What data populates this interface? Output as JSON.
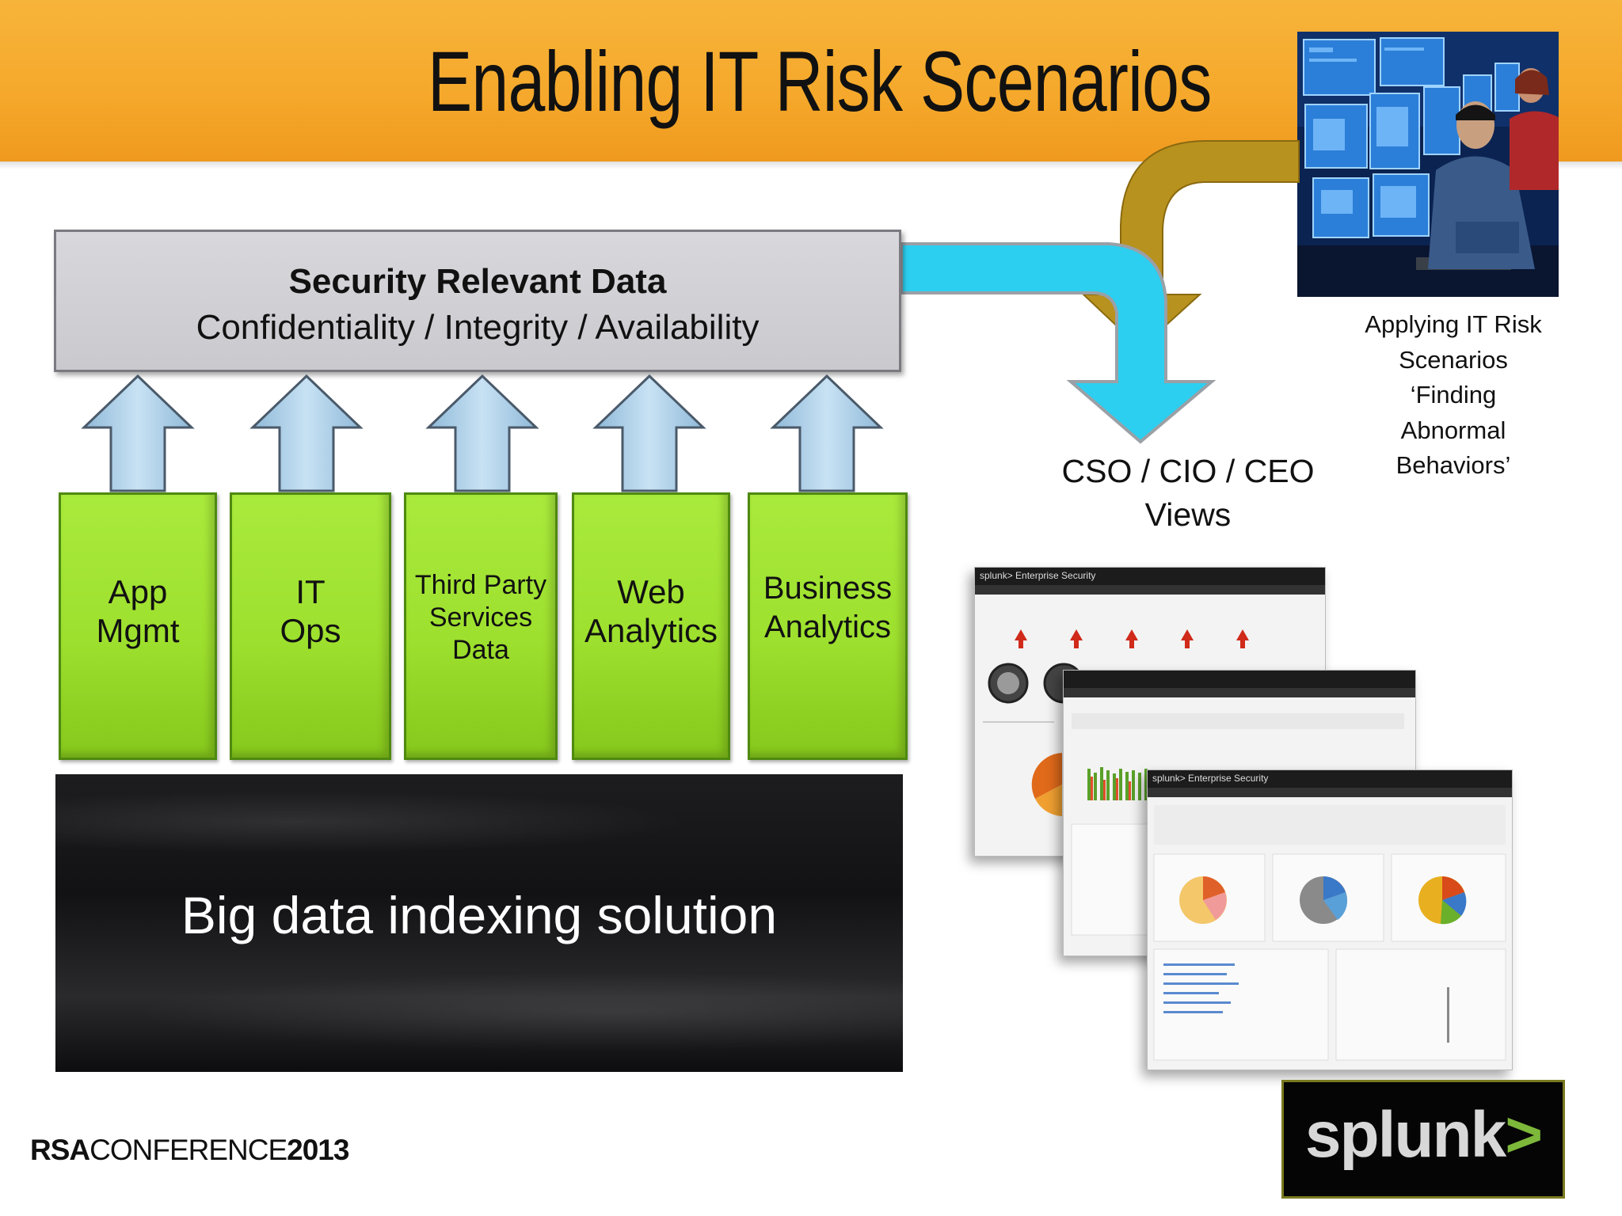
{
  "slide": {
    "title": "Enabling IT Risk Scenarios",
    "photo_caption_lines": [
      "Applying IT Risk",
      "Scenarios",
      "‘Finding",
      "Abnormal",
      "Behaviors’"
    ]
  },
  "security_data": {
    "title": "Security Relevant Data",
    "subtitle": "Confidentiality / Integrity / Availability"
  },
  "sources": [
    {
      "lines": [
        "App",
        "Mgmt"
      ]
    },
    {
      "lines": [
        "IT",
        "Ops"
      ]
    },
    {
      "lines": [
        "Third Party",
        "Services",
        "Data"
      ]
    },
    {
      "lines": [
        "Web",
        "Analytics"
      ]
    },
    {
      "lines": [
        "Business",
        "Analytics"
      ]
    }
  ],
  "foundation": {
    "label": "Big data indexing solution"
  },
  "views": {
    "lines": [
      "CSO / CIO / CEO",
      "Views"
    ]
  },
  "footer": {
    "rsa_prefix": "RSA",
    "rsa_mid": "CONFERENCE",
    "rsa_year": "2013"
  },
  "logo": {
    "word": "splunk",
    "mark": ">"
  },
  "screenshot_brand": "splunk> Enterprise Security",
  "colors": {
    "header": "#f5a82b",
    "green_box": "#9ee02e",
    "arrow_up": "#b8d8ee",
    "flow_arrow": "#2ccff0",
    "gold_arrow": "#b8921e"
  }
}
